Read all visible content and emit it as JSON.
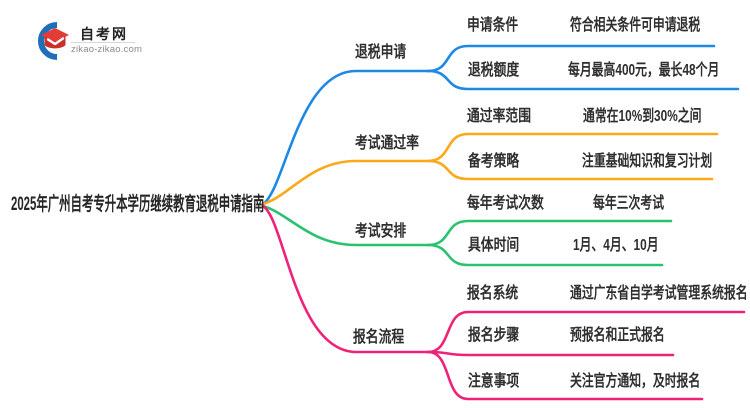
{
  "brand": {
    "name": "自考网",
    "domain": "zikao-zikao.com",
    "logo_blue": "#1F6FB8",
    "logo_red": "#E23C36"
  },
  "root": {
    "label": "2025年广州自考专升本学历继续教育退税申请指南"
  },
  "branches": [
    {
      "label": "退税申请",
      "color": "#1E88E5",
      "children": [
        {
          "label": "申请条件",
          "value": "符合相关条件可申请退税"
        },
        {
          "label": "退税额度",
          "value": "每月最高400元，最长48个月"
        }
      ]
    },
    {
      "label": "考试通过率",
      "color": "#FBA919",
      "children": [
        {
          "label": "通过率范围",
          "value": "通常在10%到30%之间"
        },
        {
          "label": "备考策略",
          "value": "注重基础知识和复习计划"
        }
      ]
    },
    {
      "label": "考试安排",
      "color": "#2BC26F",
      "children": [
        {
          "label": "每年考试次数",
          "value": "每年三次考试"
        },
        {
          "label": "具体时间",
          "value": "1月、4月、10月"
        }
      ]
    },
    {
      "label": "报名流程",
      "color": "#EE2277",
      "children": [
        {
          "label": "报名系统",
          "value": "通过广东省自学考试管理系统报名"
        },
        {
          "label": "报名步骤",
          "value": "预报名和正式报名"
        },
        {
          "label": "注意事项",
          "value": "关注官方通知，及时报名"
        }
      ]
    }
  ]
}
